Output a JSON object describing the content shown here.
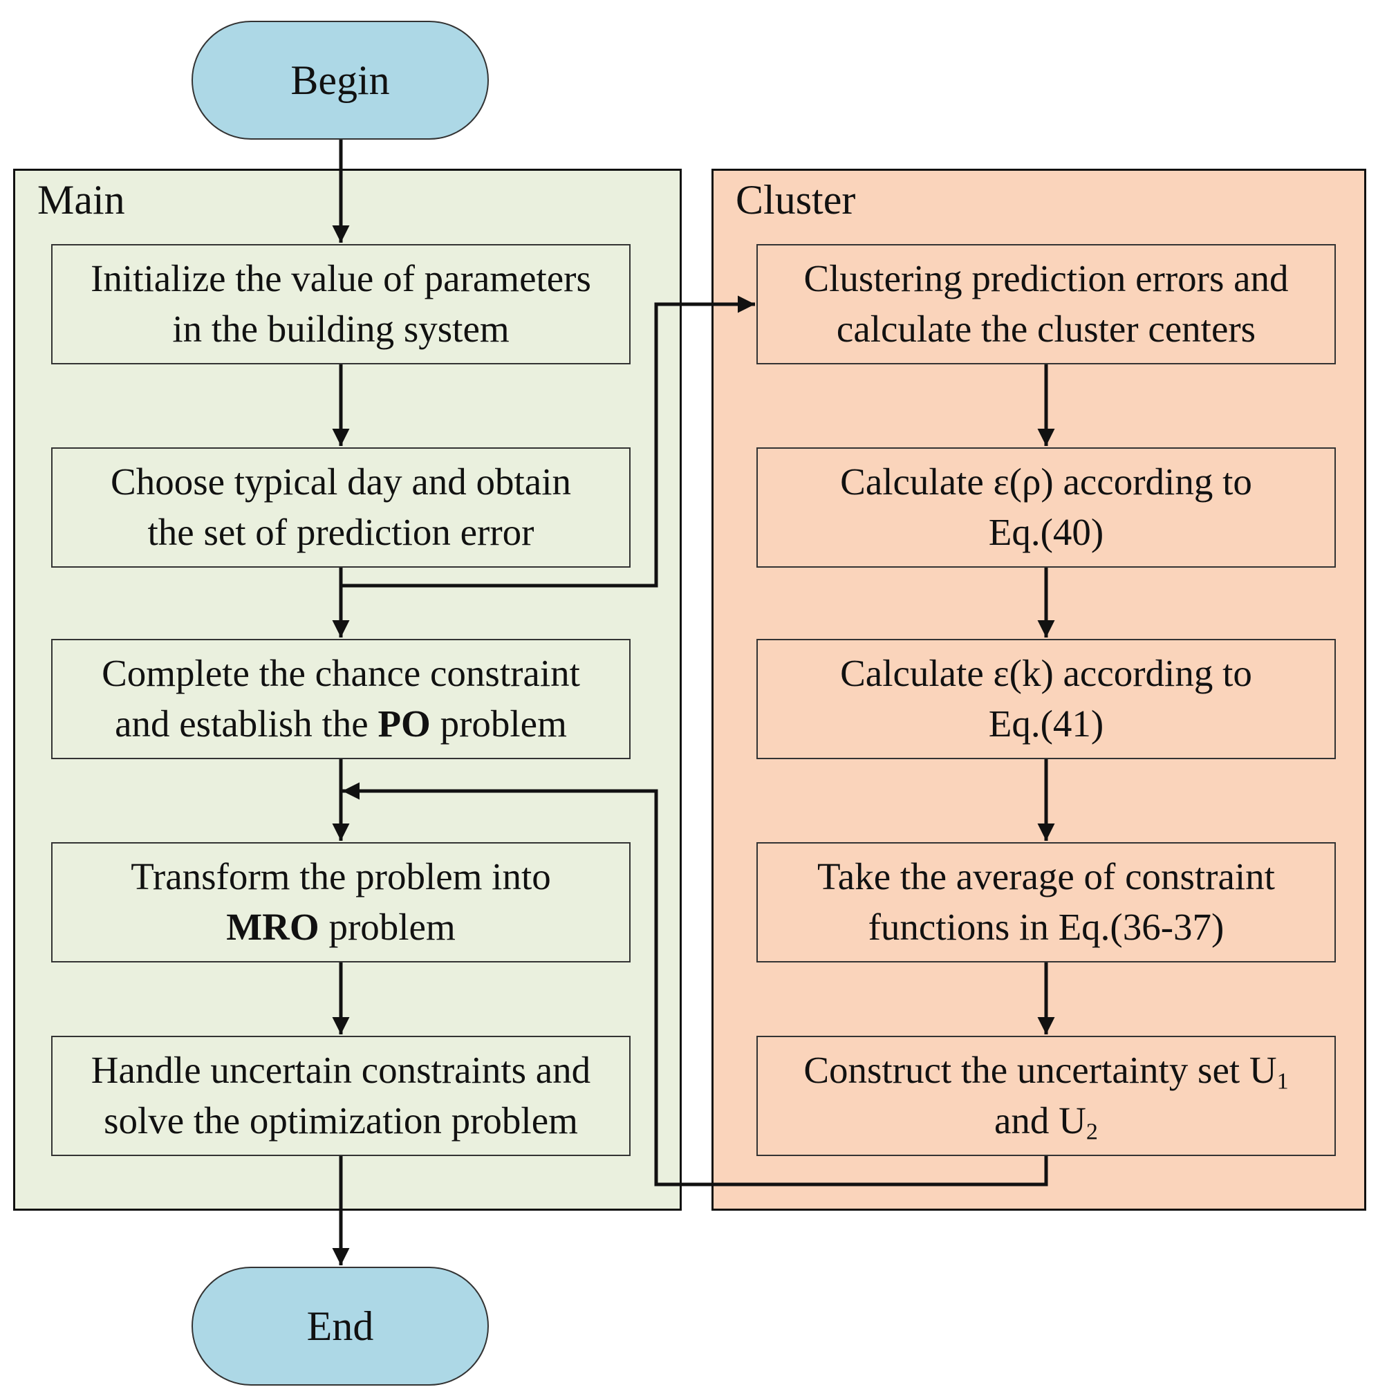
{
  "terminals": {
    "begin": "Begin",
    "end": "End"
  },
  "groups": {
    "main": "Main",
    "cluster": "Cluster"
  },
  "main_steps": [
    {
      "line1": "Initialize the value of parameters",
      "line2": "in the building system"
    },
    {
      "line1": "Choose typical day and obtain",
      "line2": "the set of prediction error"
    },
    {
      "line1": "Complete the chance constraint",
      "line2_pre": "and establish the ",
      "line2_bold": "PO",
      "line2_post": " problem"
    },
    {
      "line1": "Transform the problem into",
      "line2_bold": "MRO",
      "line2_post": " problem"
    },
    {
      "line1": "Handle uncertain constraints and",
      "line2": "solve the optimization problem"
    }
  ],
  "cluster_steps": [
    {
      "line1": "Clustering prediction errors and",
      "line2": "calculate the cluster centers"
    },
    {
      "line1": "Calculate ε(ρ) according to",
      "line2": "Eq.(40)"
    },
    {
      "line1": "Calculate ε(k) according to",
      "line2": "Eq.(41)"
    },
    {
      "line1": "Take the average of constraint",
      "line2": "functions in Eq.(36-37)"
    },
    {
      "line1_pre": "Construct the uncertainty set U",
      "line1_sub": "1",
      "line2_pre": "and U",
      "line2_sub": "2"
    }
  ],
  "colors": {
    "main_fill": "#eaf0de",
    "cluster_fill": "#fad4bb",
    "terminal_fill": "#add8e6",
    "line": "#111111"
  }
}
